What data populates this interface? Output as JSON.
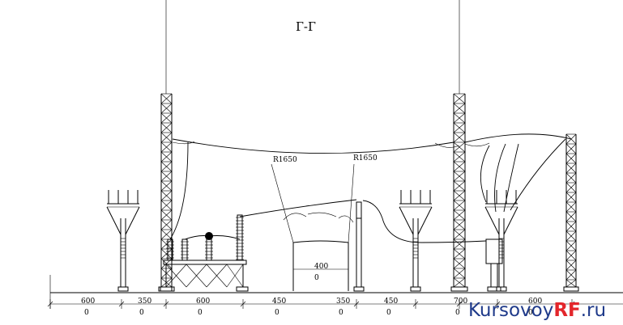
{
  "title": "Г-Г",
  "radius_labels": [
    "R1650",
    "R1650"
  ],
  "gate_label": {
    "value": "400",
    "sub": "0"
  },
  "dimensions": [
    {
      "value": "600",
      "sub": "0"
    },
    {
      "value": "350",
      "sub": "0"
    },
    {
      "value": "600",
      "sub": "0"
    },
    {
      "value": "450",
      "sub": "0"
    },
    {
      "value": "350",
      "sub": "0"
    },
    {
      "value": "450",
      "sub": "0"
    },
    {
      "value": "700",
      "sub": "0"
    },
    {
      "value": "600",
      "sub": "0"
    }
  ],
  "watermark": {
    "part1": "Kursovoy",
    "part2": "RF",
    "part3": ".ru"
  },
  "colors": {
    "watermark_dark": "#1f3a8a",
    "watermark_red": "#e3262b"
  }
}
